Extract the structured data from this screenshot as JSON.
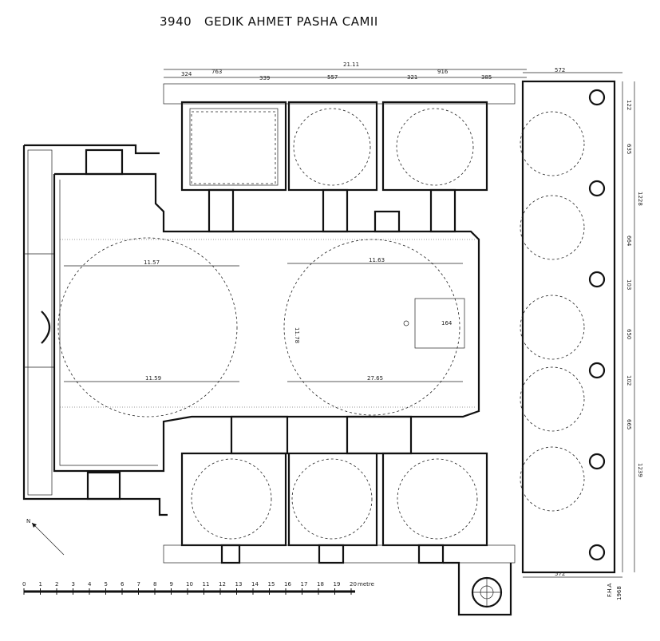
{
  "title": "3940   GEDIK AHMET PASHA CAMII",
  "overall_dims": {
    "top_total": "21.11",
    "top_left_segs": [
      "324",
      "763",
      "339",
      "557",
      "321",
      "916",
      "385"
    ],
    "right_top": "572",
    "right_col": [
      "122",
      "635",
      "1228",
      "664",
      "103",
      "650",
      "102",
      "665",
      "1239"
    ],
    "bottom_right": "572"
  },
  "main_dims": {
    "main_dome_width": "11.63",
    "main_dome_bottom": "27.65",
    "left_span": "11.57",
    "left_span_bottom": "11.59",
    "center_label": "11.78",
    "mihrab_depth": "164"
  },
  "scale": {
    "ticks": [
      "0",
      "1",
      "2",
      "3",
      "4",
      "5",
      "6",
      "7",
      "8",
      "9",
      "10",
      "11",
      "12",
      "13",
      "14",
      "15",
      "16",
      "17",
      "18",
      "19",
      "20"
    ],
    "unit": "metre"
  },
  "signature": {
    "initials": "F.H.A",
    "year": "1968"
  }
}
